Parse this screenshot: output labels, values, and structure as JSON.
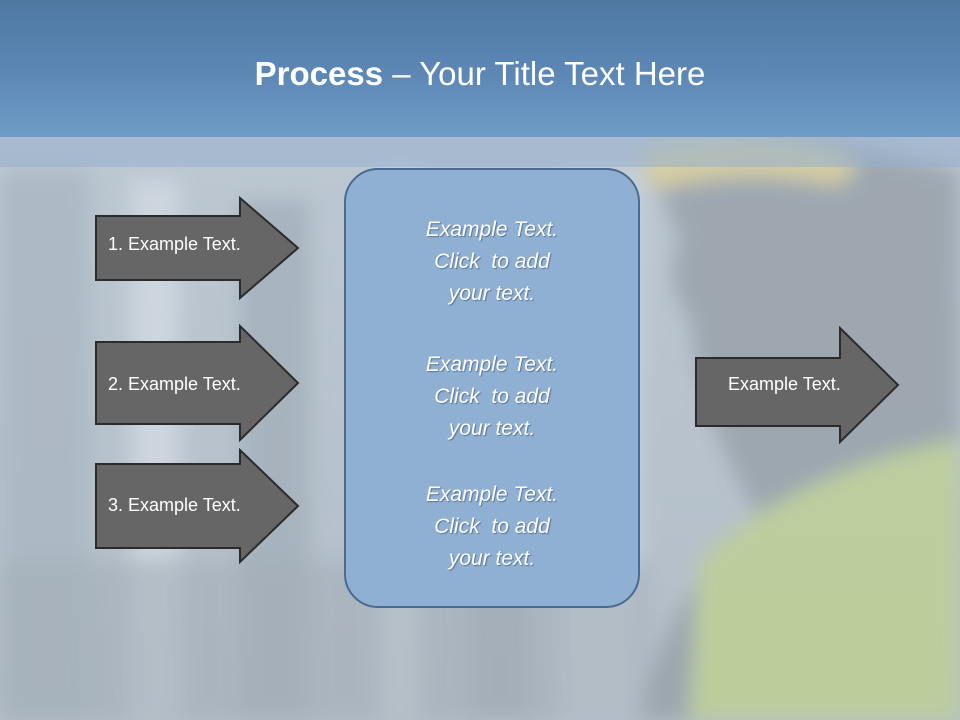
{
  "slide": {
    "title_strong": "Process",
    "title_rest": " – Your Title Text Here"
  },
  "steps": [
    {
      "label": "1. Example Text."
    },
    {
      "label": "2. Example Text."
    },
    {
      "label": "3. Example Text."
    }
  ],
  "center_box": {
    "paragraphs": [
      [
        "Example Text.",
        "Click  to add",
        "your text."
      ],
      [
        "Example Text.",
        "Click  to add",
        "your text."
      ],
      [
        "Example Text.",
        "Click  to add",
        "your text."
      ]
    ]
  },
  "output": {
    "label": "Example Text."
  },
  "colors": {
    "title_bar": "#5d88b6",
    "arrow_fill": "#666666",
    "arrow_stroke": "#2b2b2b",
    "box_fill": "#8fb0d3",
    "box_border": "#4a6a90"
  }
}
